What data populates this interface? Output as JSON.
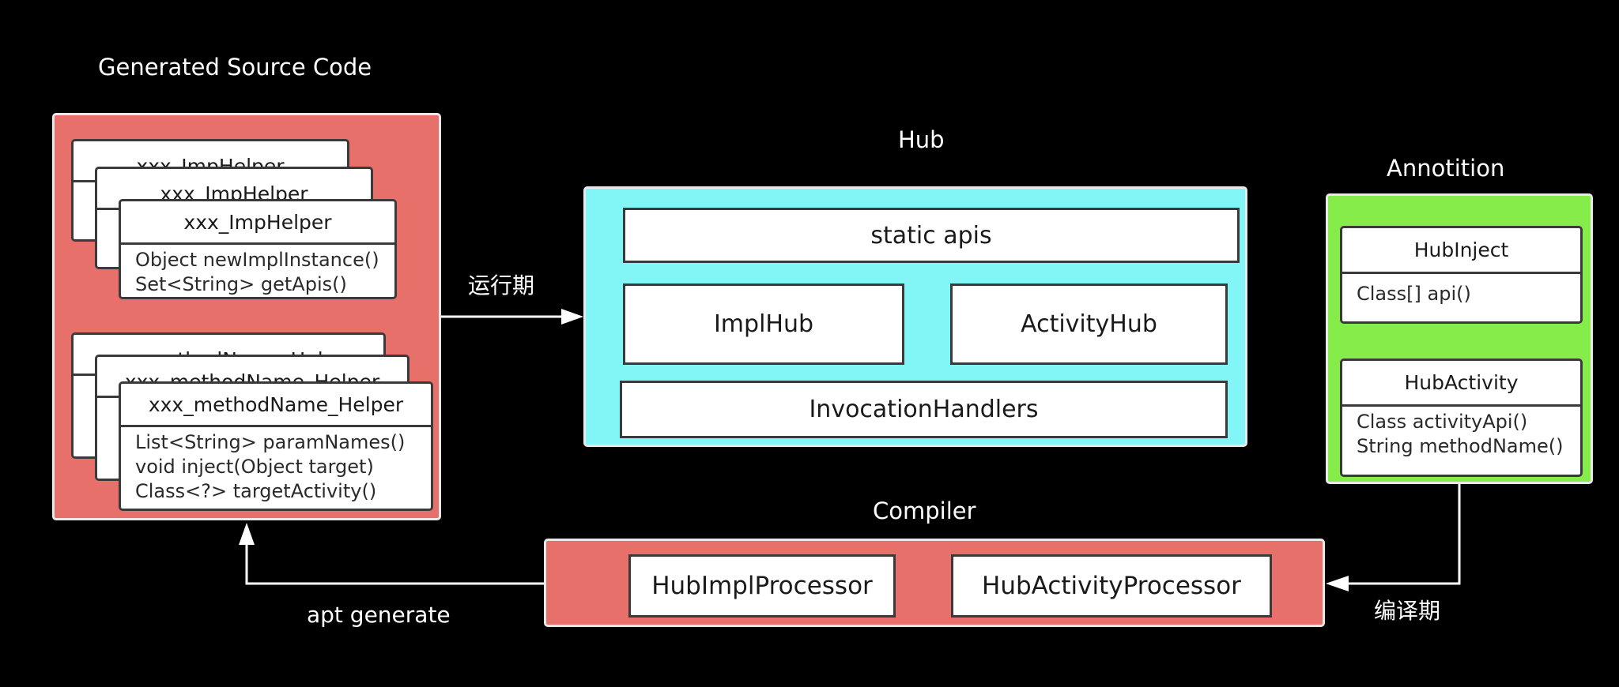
{
  "generated": {
    "heading": "Generated Source Code",
    "imp_helper": {
      "title": "xxx_ImpHelper",
      "methods": [
        "Object newImplInstance()",
        "Set<String> getApis()"
      ]
    },
    "method_helper": {
      "title": "xxx_methodName_Helper",
      "methods": [
        "List<String> paramNames()",
        "void inject(Object target)",
        "Class<?> targetActivity()"
      ]
    }
  },
  "hub": {
    "heading": "Hub",
    "static_apis": "static apis",
    "impl_hub": "ImplHub",
    "activity_hub": "ActivityHub",
    "invocation_handlers": "InvocationHandlers"
  },
  "annotation": {
    "heading": "Annotition",
    "hub_inject": {
      "title": "HubInject",
      "methods": [
        "Class[] api()"
      ]
    },
    "hub_activity": {
      "title": "HubActivity",
      "methods": [
        "Class activityApi()",
        "String methodName()"
      ]
    }
  },
  "compiler": {
    "heading": "Compiler",
    "impl_processor": "HubImplProcessor",
    "activity_processor": "HubActivityProcessor"
  },
  "labels": {
    "runtime": "运行期",
    "compile_time": "编译期",
    "apt_generate": "apt generate"
  }
}
